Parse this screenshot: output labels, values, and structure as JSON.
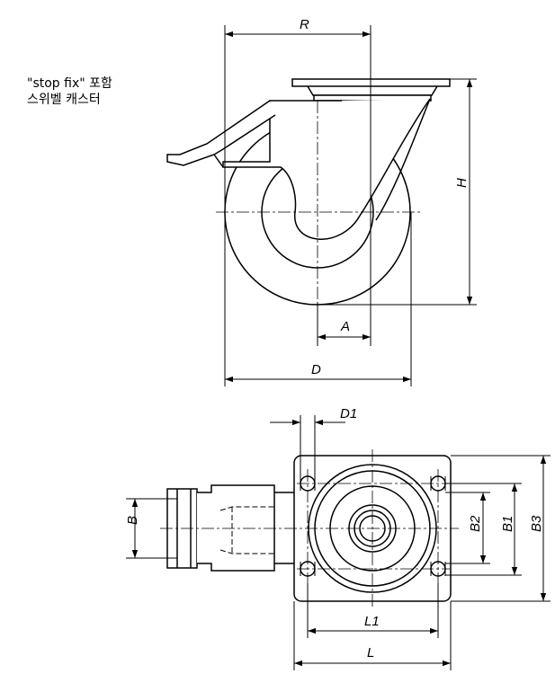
{
  "caption": {
    "line1": "\"stop fix\" 포함",
    "line2": "스위벨 캐스터"
  },
  "dimensions": {
    "R": "R",
    "H": "H",
    "A": "A",
    "D": "D",
    "D1": "D1",
    "B": "B",
    "B1": "B1",
    "B2": "B2",
    "B3": "B3",
    "L1": "L1",
    "L": "L"
  }
}
